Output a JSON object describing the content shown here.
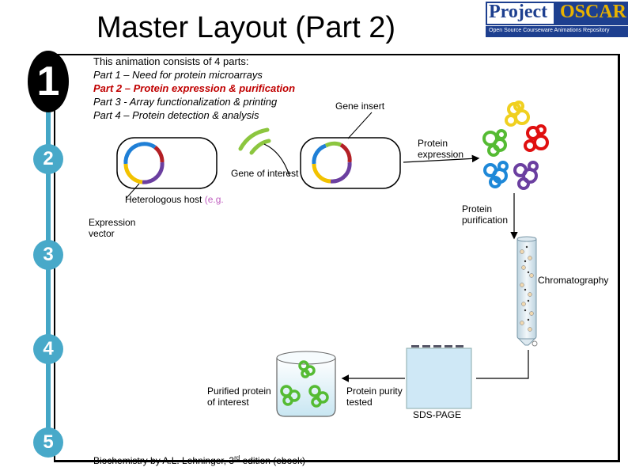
{
  "title": "Master Layout (Part 2)",
  "logo": {
    "word1": "Project",
    "word2": "OSCAR",
    "tagline": "Open Source Courseware Animations Repository"
  },
  "steps": [
    "1",
    "2",
    "3",
    "4",
    "5"
  ],
  "parts": {
    "intro": "This animation consists of  4 parts:",
    "part1": "Part 1 – Need for protein microarrays",
    "part2": "Part 2 – Protein expression & purification",
    "part3": "Part 3 -  Array functionalization & printing",
    "part4": "Part 4 – Protein detection & analysis"
  },
  "labels": {
    "gene_insert": "Gene insert",
    "protein_expression": "Protein expression",
    "gene_of_interest": "Gene of interest",
    "host_prefix": "Heterologous host ",
    "host_eg": "(e.g.",
    "expression_vector": "Expression vector",
    "protein_purification": "Protein purification",
    "chromatography": "Chromatography",
    "purified_protein": "Purified protein of interest",
    "purity_tested": "Protein purity tested",
    "sds_page": "SDS-PAGE",
    "reference_prefix": "Biochemistry by A.L. Lehninger, 3",
    "reference_sup": "rd",
    "reference_suffix": " edition (ebook)"
  },
  "colors": {
    "plasmid_blue": "#1f7fd6",
    "plasmid_green": "#8cc63f",
    "plasmid_red": "#b32025",
    "plasmid_purple": "#6b3fa0",
    "plasmid_yellow": "#f2c200",
    "protein_red": "#e01010",
    "protein_green": "#55bb33",
    "protein_blue": "#1e88d8",
    "protein_yellow": "#f0d020",
    "timeline": "#44a6c6",
    "logo_blue": "#1d3f8f",
    "logo_yellow": "#e8b200"
  }
}
